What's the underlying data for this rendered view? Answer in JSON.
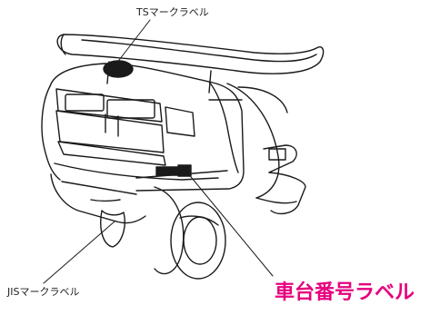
{
  "labels": {
    "ts_mark": "TSマークラベル",
    "jis_mark": "JISマークラベル",
    "chassis_number": "車台番号ラベル"
  },
  "colors": {
    "chassis_label": "#e6007e",
    "line": "#1a1a1a"
  }
}
